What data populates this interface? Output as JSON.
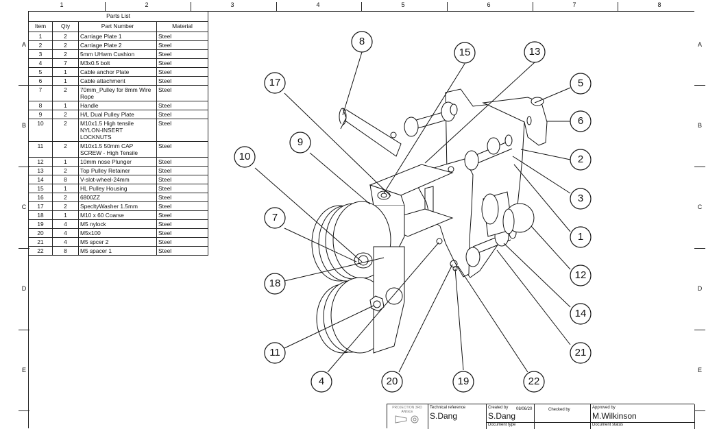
{
  "zones": {
    "columns": [
      "1",
      "2",
      "3",
      "4",
      "5",
      "6",
      "7",
      "8"
    ],
    "rows": [
      "A",
      "B",
      "C",
      "D",
      "E"
    ]
  },
  "parts_list": {
    "title": "Parts List",
    "headers": [
      "Item",
      "Qty",
      "Part Number",
      "Material"
    ],
    "rows": [
      {
        "item": "1",
        "qty": "2",
        "part": "Carriage Plate 1",
        "material": "Steel"
      },
      {
        "item": "2",
        "qty": "2",
        "part": "Carriage Plate 2",
        "material": "Steel"
      },
      {
        "item": "3",
        "qty": "2",
        "part": "5mm UHwm Cushion",
        "material": "Steel"
      },
      {
        "item": "4",
        "qty": "7",
        "part": "M3x0.5 bolt",
        "material": "Steel"
      },
      {
        "item": "5",
        "qty": "1",
        "part": "Cable anchor Plate",
        "material": "Steel"
      },
      {
        "item": "6",
        "qty": "1",
        "part": "Cable attachment",
        "material": "Steel"
      },
      {
        "item": "7",
        "qty": "2",
        "part": "70mm_Pulley for 8mm Wire Rope",
        "material": "Steel"
      },
      {
        "item": "8",
        "qty": "1",
        "part": "Handle",
        "material": "Steel"
      },
      {
        "item": "9",
        "qty": "2",
        "part": "H/L Dual Pulley Plate",
        "material": "Steel"
      },
      {
        "item": "10",
        "qty": "2",
        "part": "M10x1.5 High tensile NYLON-INSERT LOCKNUTS",
        "material": "Steel"
      },
      {
        "item": "11",
        "qty": "2",
        "part": "M10x1.5 50mm CAP SCREW - High Tensile",
        "material": "Steel"
      },
      {
        "item": "12",
        "qty": "1",
        "part": "10mm nose Plunger",
        "material": "Steel"
      },
      {
        "item": "13",
        "qty": "2",
        "part": "Top Pulley Retainer",
        "material": "Steel"
      },
      {
        "item": "14",
        "qty": "8",
        "part": "V-slot-wheel-24mm",
        "material": "Steel"
      },
      {
        "item": "15",
        "qty": "1",
        "part": "HL Pulley Housing",
        "material": "Steel"
      },
      {
        "item": "16",
        "qty": "2",
        "part": "6800ZZ",
        "material": "Steel"
      },
      {
        "item": "17",
        "qty": "2",
        "part": "SpecltyWasher 1.5mm",
        "material": "Steel"
      },
      {
        "item": "18",
        "qty": "1",
        "part": "M10 x 60 Coarse",
        "material": "Steel"
      },
      {
        "item": "19",
        "qty": "4",
        "part": "M5 nylock",
        "material": "Steel"
      },
      {
        "item": "20",
        "qty": "4",
        "part": "M5x100",
        "material": "Steel"
      },
      {
        "item": "21",
        "qty": "4",
        "part": "M5 spcer 2",
        "material": "Steel"
      },
      {
        "item": "22",
        "qty": "8",
        "part": "M5 spacer 1",
        "material": "Steel"
      }
    ]
  },
  "balloons": [
    "8",
    "15",
    "13",
    "17",
    "5",
    "6",
    "9",
    "10",
    "2",
    "3",
    "7",
    "1",
    "12",
    "18",
    "14",
    "11",
    "21",
    "4",
    "20",
    "19",
    "22"
  ],
  "title_block": {
    "projection_label": "PROJECTION 3RD ANGLE",
    "technical_reference_label": "Technical reference",
    "technical_reference": "S.Dang",
    "created_by_label": "Created by",
    "created_by": "S.Dang",
    "created_date": "08/06/20",
    "checked_by_label": "Checked by",
    "checked_by": "",
    "approved_by_label": "Approved by",
    "approved_by": "M.Wilkinson",
    "document_type_label": "Document type",
    "document_status_label": "Document status"
  }
}
